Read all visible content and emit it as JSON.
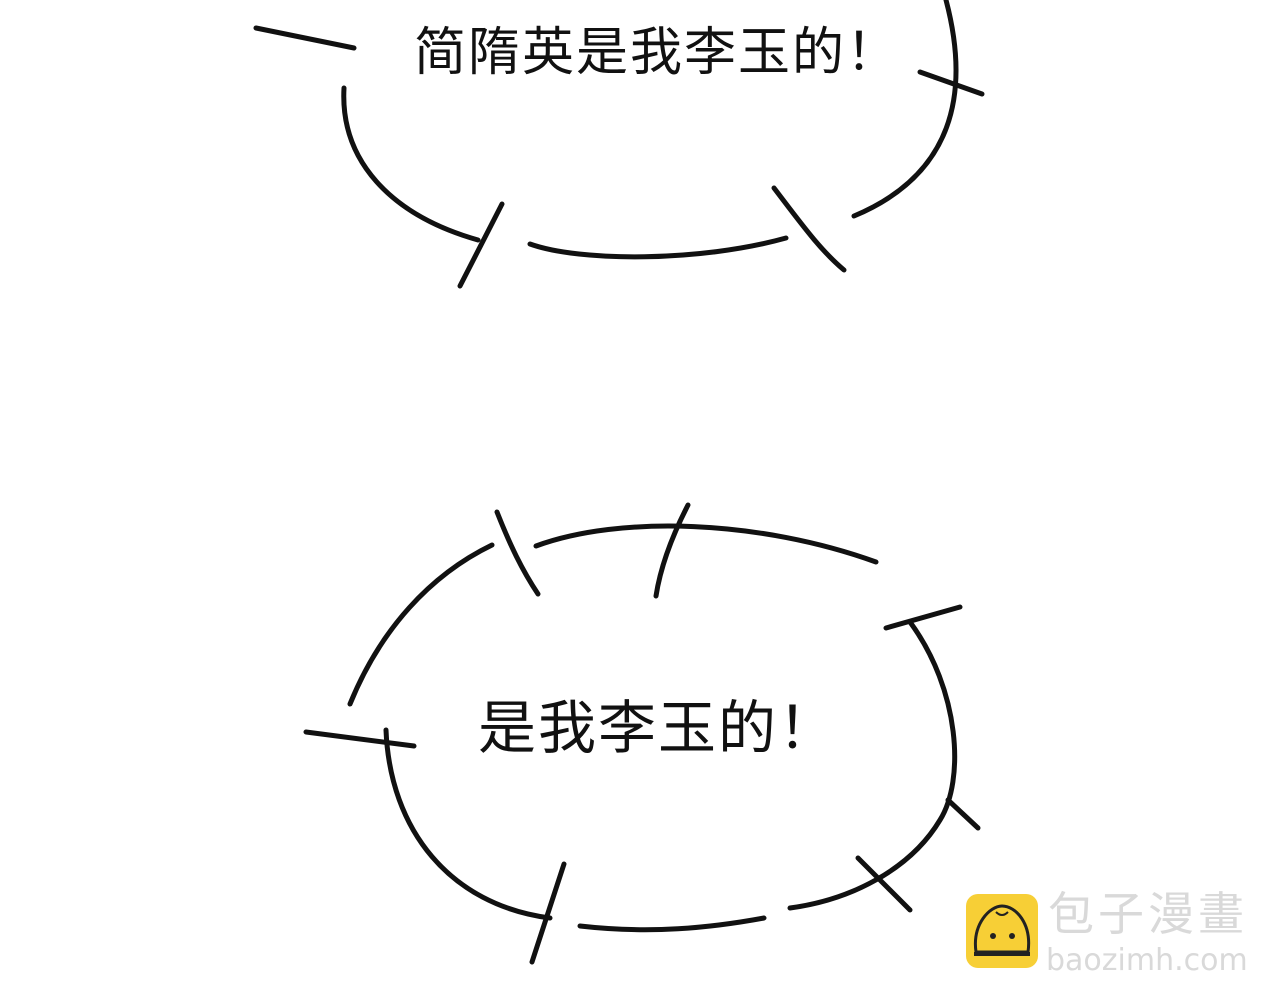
{
  "bubbles": [
    {
      "text": "简隋英是我李玉的！"
    },
    {
      "text": "是我李玉的！"
    }
  ],
  "watermark": {
    "name": "包子漫畫",
    "url": "baozimh.com",
    "logo_color": "#f7cf36"
  }
}
